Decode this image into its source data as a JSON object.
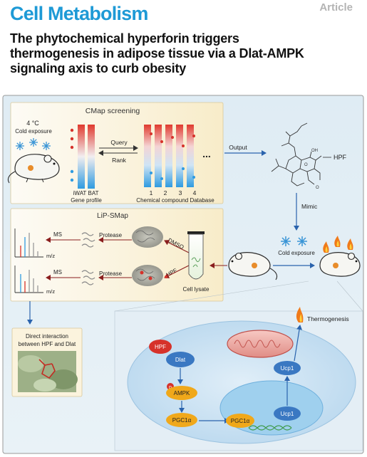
{
  "header": {
    "journal": "Cell Metabolism",
    "article_type": "Article",
    "title_lines": [
      "The phytochemical hyperforin triggers",
      "thermogenesis in adipose tissue via a Dlat-AMPK",
      "signaling axis to curb obesity"
    ]
  },
  "abstract": {
    "cmap": {
      "title": "CMap  screening",
      "temperature": "4 °C",
      "cold_label": "Cold exposure",
      "heat_columns": [
        "iWAT",
        "BAT"
      ],
      "gene_profile": "Gene profile",
      "query": "Query",
      "rank": "Rank",
      "compound_indices": [
        "1",
        "2",
        "3",
        "4"
      ],
      "ellipsis": "...",
      "database": "Chemical compound Database"
    },
    "output_label": "Output",
    "compound_label": "HPF",
    "mimic_label": "Mimic",
    "cold_exposure_label": "Cold exposure",
    "lip": {
      "title": "LiP-SMap",
      "ms": "MS",
      "mz": "m/z",
      "protease": "Protease",
      "dmso": "DMSO",
      "hpf": "HPF",
      "cell_lysate": "Cell lysate"
    },
    "interaction": {
      "line1": "Direct interaction",
      "line2": "between HPF and Dlat"
    },
    "pathway": {
      "hpf": "HPF",
      "dlat": "Dlat",
      "phospho": "p",
      "ampk": "AMPK",
      "pgc_cyto": "PGC1α",
      "pgc_nuc": "PGC1α",
      "ucp1_gene": "Ucp1",
      "ucp1_protein": "Ucp1",
      "thermogenesis": "Thermogenesis"
    },
    "colors": {
      "journal_blue": "#1e9ad6",
      "panel_blue": "#dce9f2",
      "panel_yellow": "#fbf3dd",
      "cell_blue": "#c9e1f1",
      "nucleus_blue": "#9fd0ee",
      "pathway_red": "#d6322a",
      "pathway_orange": "#f0a81a",
      "ucp1_blue": "#3a78c2"
    }
  }
}
